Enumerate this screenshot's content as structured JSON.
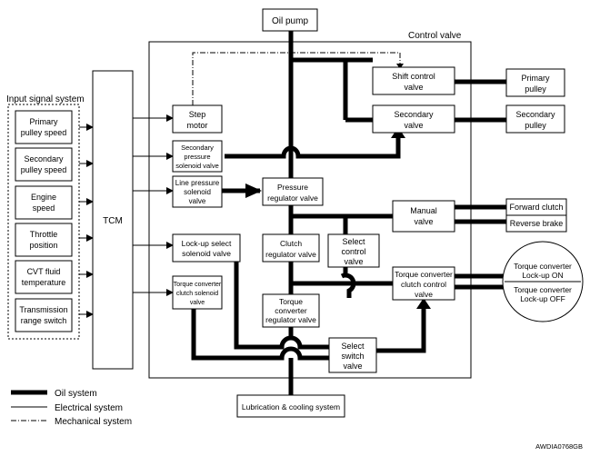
{
  "diagram": {
    "oil_pump": "Oil pump",
    "control_valve": "Control valve",
    "input_signal_system": "Input signal system",
    "tcm": "TCM",
    "inputs": [
      [
        "Primary",
        "pulley speed"
      ],
      [
        "Secondary",
        "pulley speed"
      ],
      [
        "Engine",
        "speed"
      ],
      [
        "Throttle",
        "position"
      ],
      [
        "CVT fluid",
        "temperature"
      ],
      [
        "Transmission",
        "range switch"
      ]
    ],
    "step_motor": [
      "Step",
      "motor"
    ],
    "sec_pressure_solenoid": [
      "Secondary",
      "pressure",
      "solenoid valve"
    ],
    "line_pressure_solenoid": [
      "Line pressure",
      "solenoid",
      "valve"
    ],
    "lockup_select_solenoid": [
      "Lock-up select",
      "solenoid valve"
    ],
    "tc_clutch_solenoid": [
      "Torque converter",
      "clutch solenoid",
      "valve"
    ],
    "shift_control_valve": [
      "Shift control",
      "valve"
    ],
    "secondary_valve": [
      "Secondary",
      "valve"
    ],
    "primary_pulley": [
      "Primary",
      "pulley"
    ],
    "secondary_pulley": [
      "Secondary",
      "pulley"
    ],
    "pressure_regulator": [
      "Pressure",
      "regulator valve"
    ],
    "manual_valve": [
      "Manual",
      "valve"
    ],
    "forward_clutch": "Forward clutch",
    "reverse_brake": "Reverse brake",
    "clutch_regulator": [
      "Clutch",
      "regulator valve"
    ],
    "select_control_valve": [
      "Select",
      "control",
      "valve"
    ],
    "tc_clutch_control_valve": [
      "Torque converter",
      "clutch control",
      "valve"
    ],
    "lockup_on": [
      "Torque converter",
      "Lock-up ON"
    ],
    "lockup_off": [
      "Torque converter",
      "Lock-up OFF"
    ],
    "tc_regulator": [
      "Torque",
      "converter",
      "regulator valve"
    ],
    "select_switch_valve": [
      "Select",
      "switch",
      "valve"
    ],
    "lubrication": "Lubrication & cooling system",
    "legend": {
      "oil": "Oil system",
      "electrical": "Electrical system",
      "mechanical": "Mechanical system"
    },
    "code": "AWDIA0768GB"
  }
}
